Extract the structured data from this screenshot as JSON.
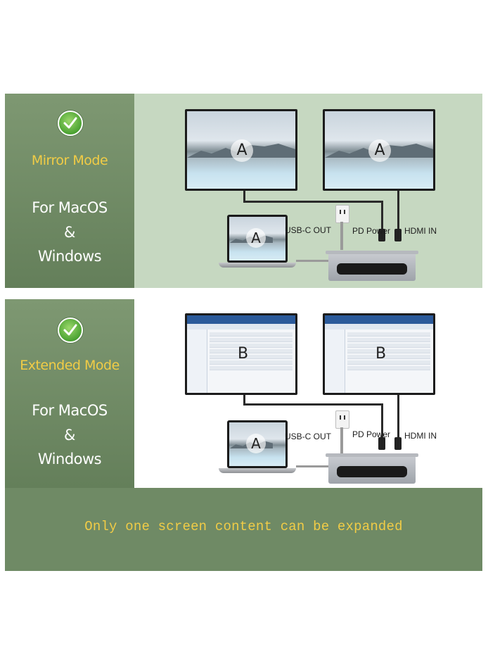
{
  "mirror": {
    "title": "Mirror Mode",
    "os_line1": "For MacOS",
    "os_line2": "&",
    "os_line3": "Windows",
    "screen_letter_left": "A",
    "screen_letter_right": "A",
    "laptop_letter": "A",
    "usb_label": "USB-C OUT",
    "pd_label": "PD Power",
    "hdmi_label": "HDMI IN"
  },
  "extended": {
    "title": "Extended Mode",
    "os_line1": "For MacOS",
    "os_line2": "&",
    "os_line3": "Windows",
    "screen_letter_left": "B",
    "screen_letter_right": "B",
    "laptop_letter": "A",
    "usb_label": "USB-C OUT",
    "pd_label": "PD Power",
    "hdmi_label": "HDMI IN"
  },
  "footer": {
    "note": "Only one screen content can be expanded"
  },
  "icons": {
    "check": "check-circle-icon",
    "outlet": "power-outlet-icon"
  },
  "colors": {
    "side_panel": "#6f8a65",
    "mirror_background": "#c6d8c1",
    "title_yellow": "#f1cc46",
    "check_green": "#3f9a2a"
  }
}
